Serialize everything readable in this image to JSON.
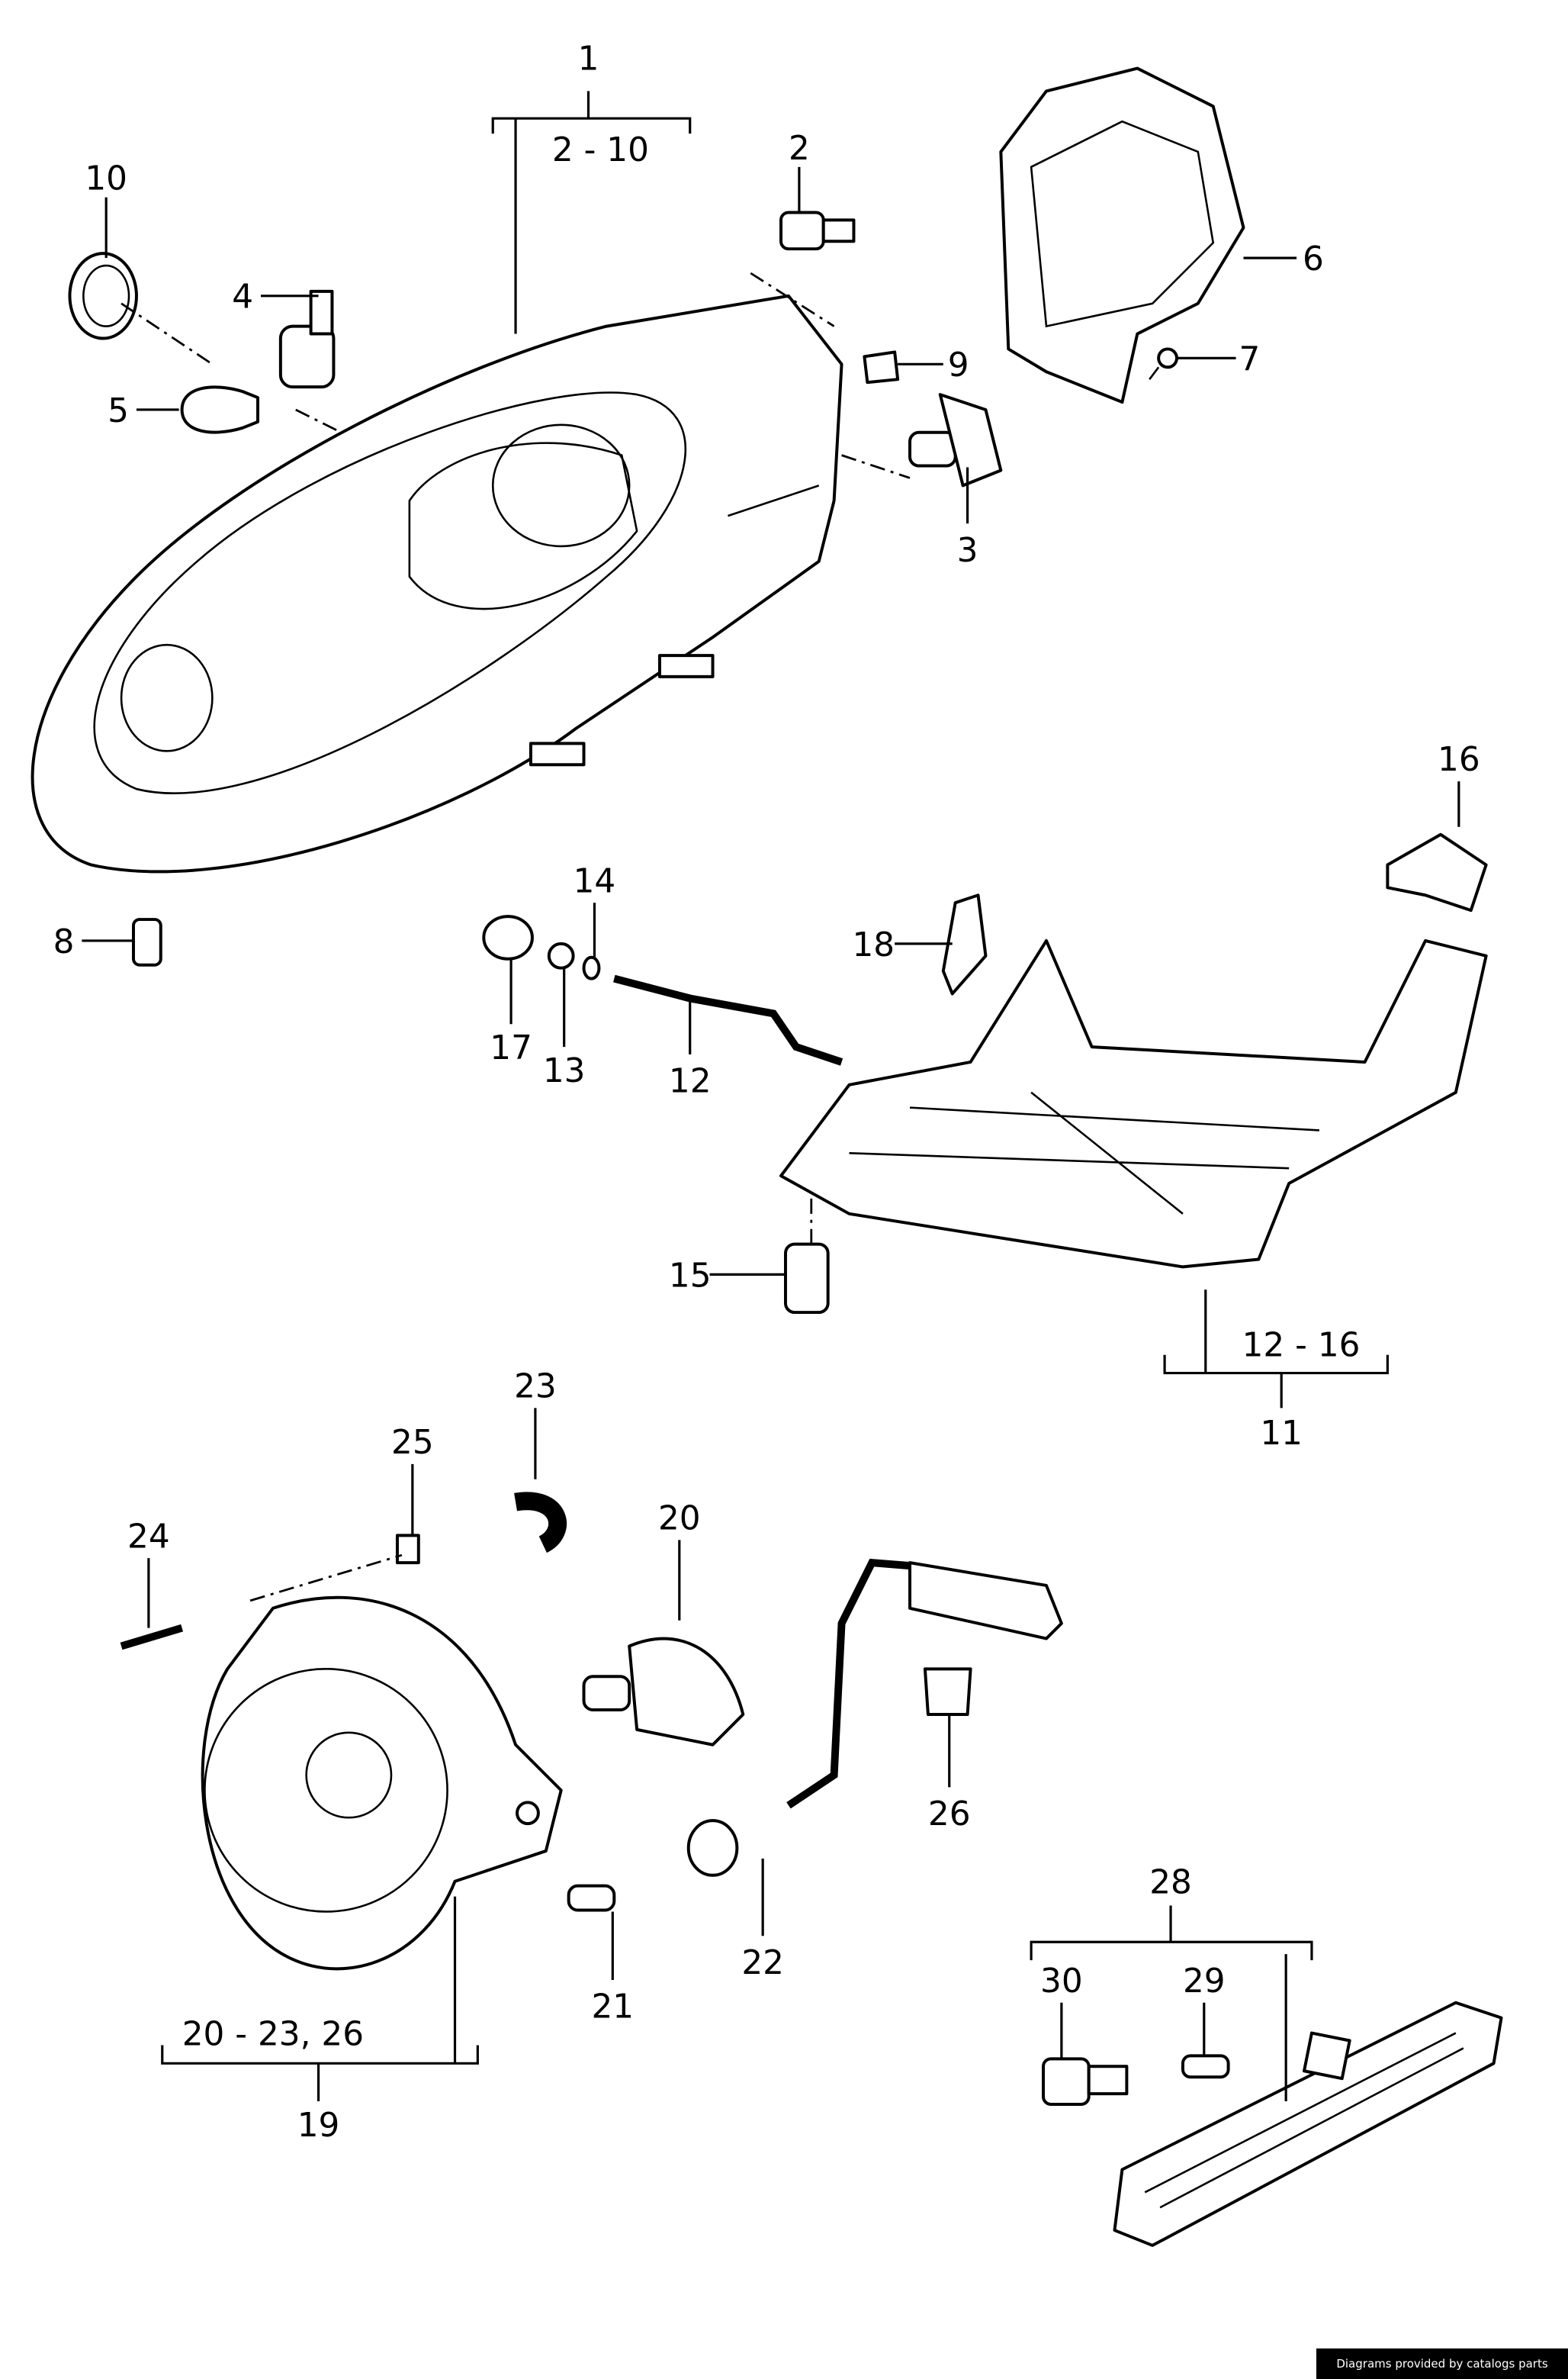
{
  "callouts": {
    "c1": "1",
    "c1_range": "2 - 10",
    "c2": "2",
    "c3": "3",
    "c4": "4",
    "c5": "5",
    "c6": "6",
    "c7": "7",
    "c8": "8",
    "c9": "9",
    "c10": "10",
    "c11": "11",
    "c11_range": "12 - 16",
    "c12": "12",
    "c13": "13",
    "c14": "14",
    "c15": "15",
    "c16": "16",
    "c17": "17",
    "c18": "18",
    "c19": "19",
    "c19_range": "20 - 23, 26",
    "c20": "20",
    "c21": "21",
    "c22": "22",
    "c23": "23",
    "c24": "24",
    "c25": "25",
    "c26": "26",
    "c28": "28",
    "c29": "29",
    "c30": "30"
  },
  "watermark": "Diagrams provided by catalogs parts"
}
